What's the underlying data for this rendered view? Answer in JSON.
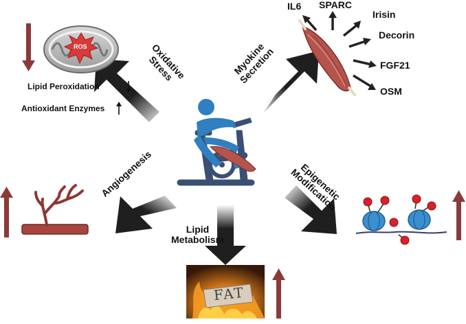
{
  "pathways": {
    "oxidative_stress": "Oxidative\nStress",
    "myokine_secretion": "Myokine\nSecretion",
    "angiogenesis": "Angiogenesis",
    "epigenetic_modification": "Epigenetic\nModification",
    "lipid_metabolism": "Lipid\nMetabolism"
  },
  "myokines": [
    "IL6",
    "SPARC",
    "Irisin",
    "Decorin",
    "FGF21",
    "OSM"
  ],
  "oxidative": {
    "ros_label": "ROS",
    "lipid_peroxidation": "Lipid Peroxidation",
    "antioxidant_enzymes": "Antioxidant Enzymes"
  },
  "fat_label": "FAT",
  "colors": {
    "arrow_dark": "#1f1f1f",
    "trend_arrow": "#8b3a3a",
    "cyclist": "#2f7fc1",
    "bike": "#3a4f73",
    "muscle": "#b5544d",
    "vessel": "#a8453f",
    "nucleosome": "#3b8fcf",
    "methyl": "#d9212b"
  }
}
